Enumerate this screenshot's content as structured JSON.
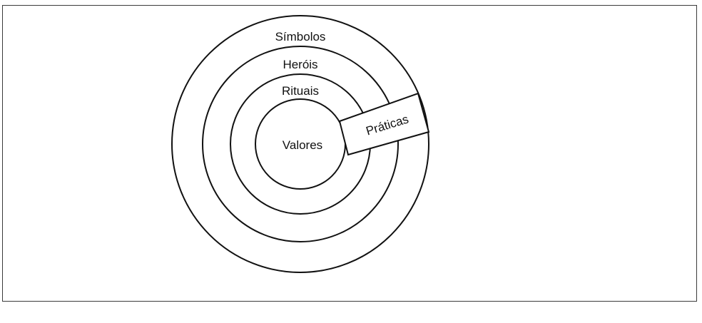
{
  "diagram": {
    "layers": {
      "outer": "Símbolos",
      "second": "Heróis",
      "third": "Rituais",
      "core": "Valores"
    },
    "band_label": "Práticas"
  }
}
